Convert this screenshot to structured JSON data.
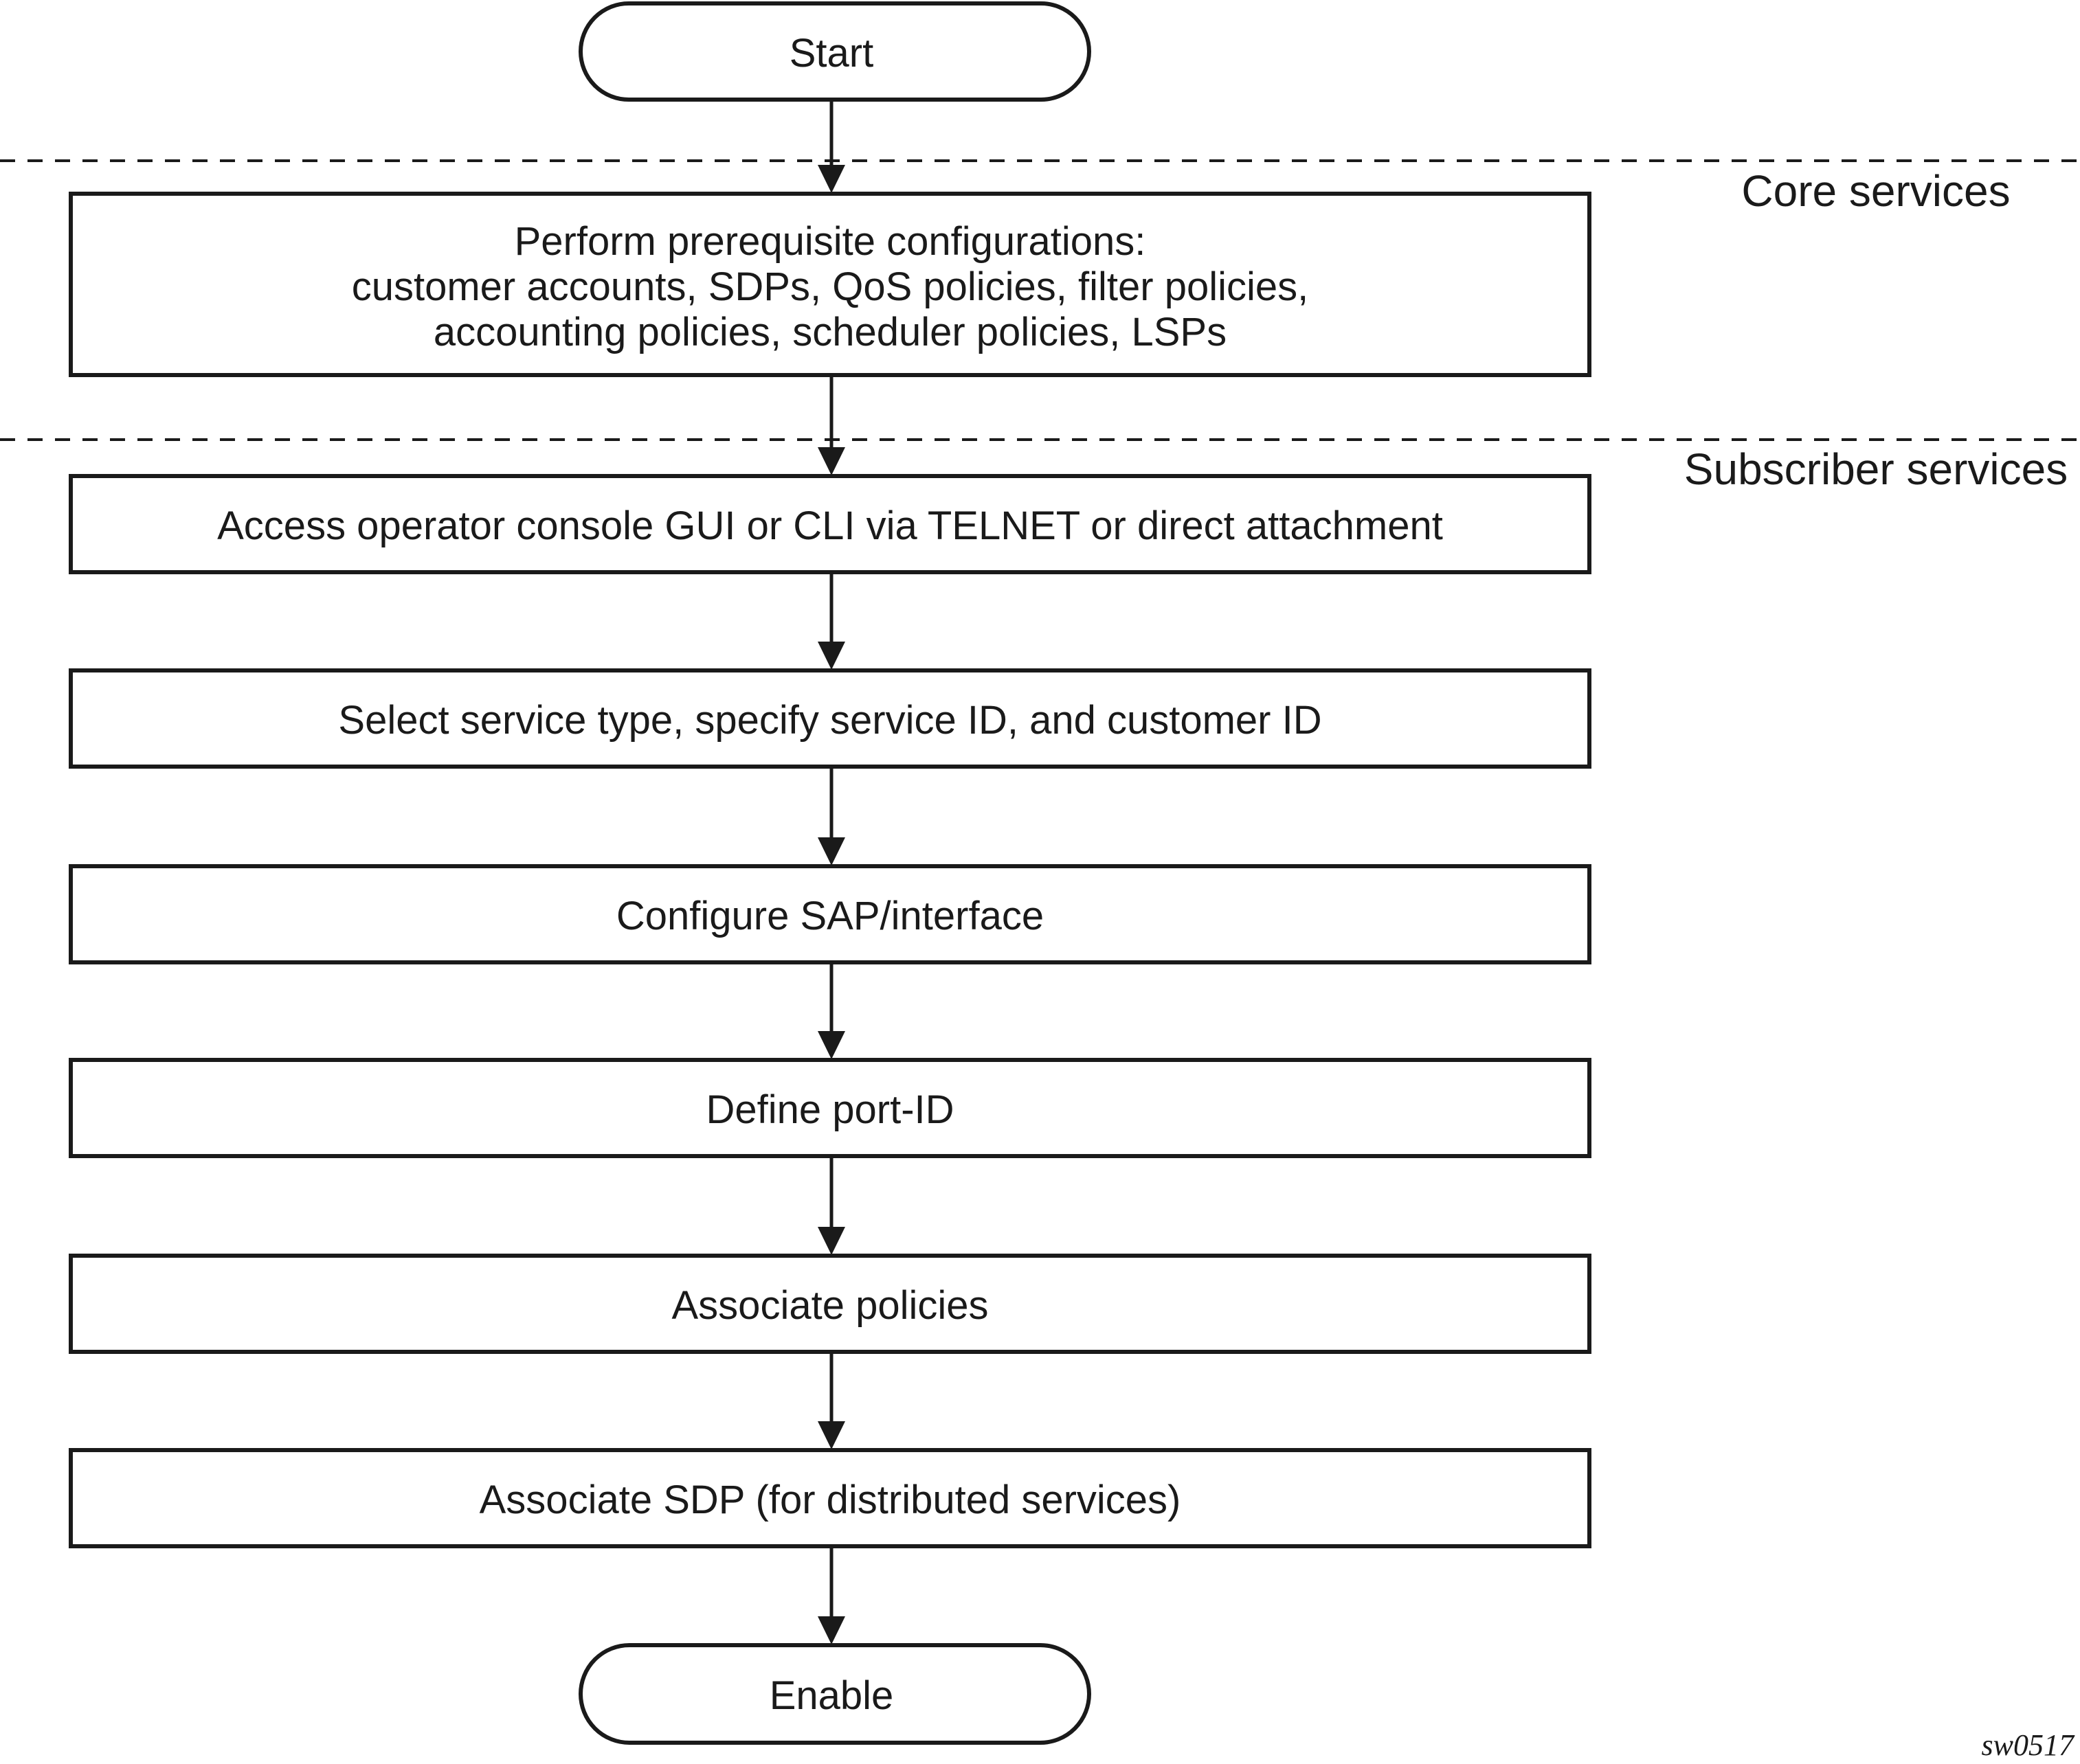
{
  "flow": {
    "start": "Start",
    "prereq": {
      "line1": "Perform prerequisite configurations:",
      "line2": "customer accounts, SDPs, QoS policies, filter policies,",
      "line3": "accounting policies, scheduler policies, LSPs"
    },
    "access": "Access operator console GUI or CLI via TELNET or direct attachment",
    "select": "Select service type, specify service ID, and customer ID",
    "sap": "Configure SAP/interface",
    "port": "Define port-ID",
    "policies": "Associate policies",
    "sdp": "Associate SDP (for distributed services)",
    "end": "Enable"
  },
  "zones": {
    "core": "Core services",
    "subscriber": "Subscriber services"
  },
  "figure_id": "sw0517"
}
